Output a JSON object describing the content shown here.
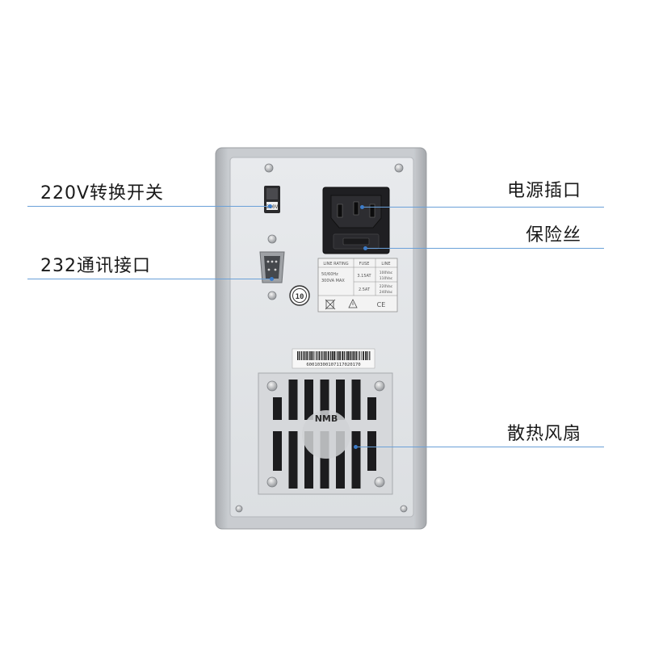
{
  "callouts": {
    "switch_220v": "220V转换开关",
    "rs232_port": "232通讯接口",
    "power_socket": "电源插口",
    "fuse": "保险丝",
    "cooling_fan": "散热风扇"
  },
  "switch_label": "220V",
  "rating_plate": {
    "col_line_rating": "LINE RATING",
    "col_fuse": "FUSE",
    "col_line": "LINE",
    "frequency": "50/60Hz",
    "power": "300VA MAX",
    "fuse_1": "3.15AT",
    "line_1a": "100Vac",
    "line_1b": "110Vac",
    "fuse_2": "2.5AT",
    "line_2a": "220Vac",
    "line_2b": "240Vac",
    "ce_mark": "CE"
  },
  "env_label": "10",
  "serial_number": "60010300107117020170",
  "fan_brand": "NMB",
  "colors": {
    "chassis": "#b9bcc0",
    "panel": "#e3e5e8",
    "leader_line": "#6aa0d8",
    "socket": "#1f1f22"
  }
}
